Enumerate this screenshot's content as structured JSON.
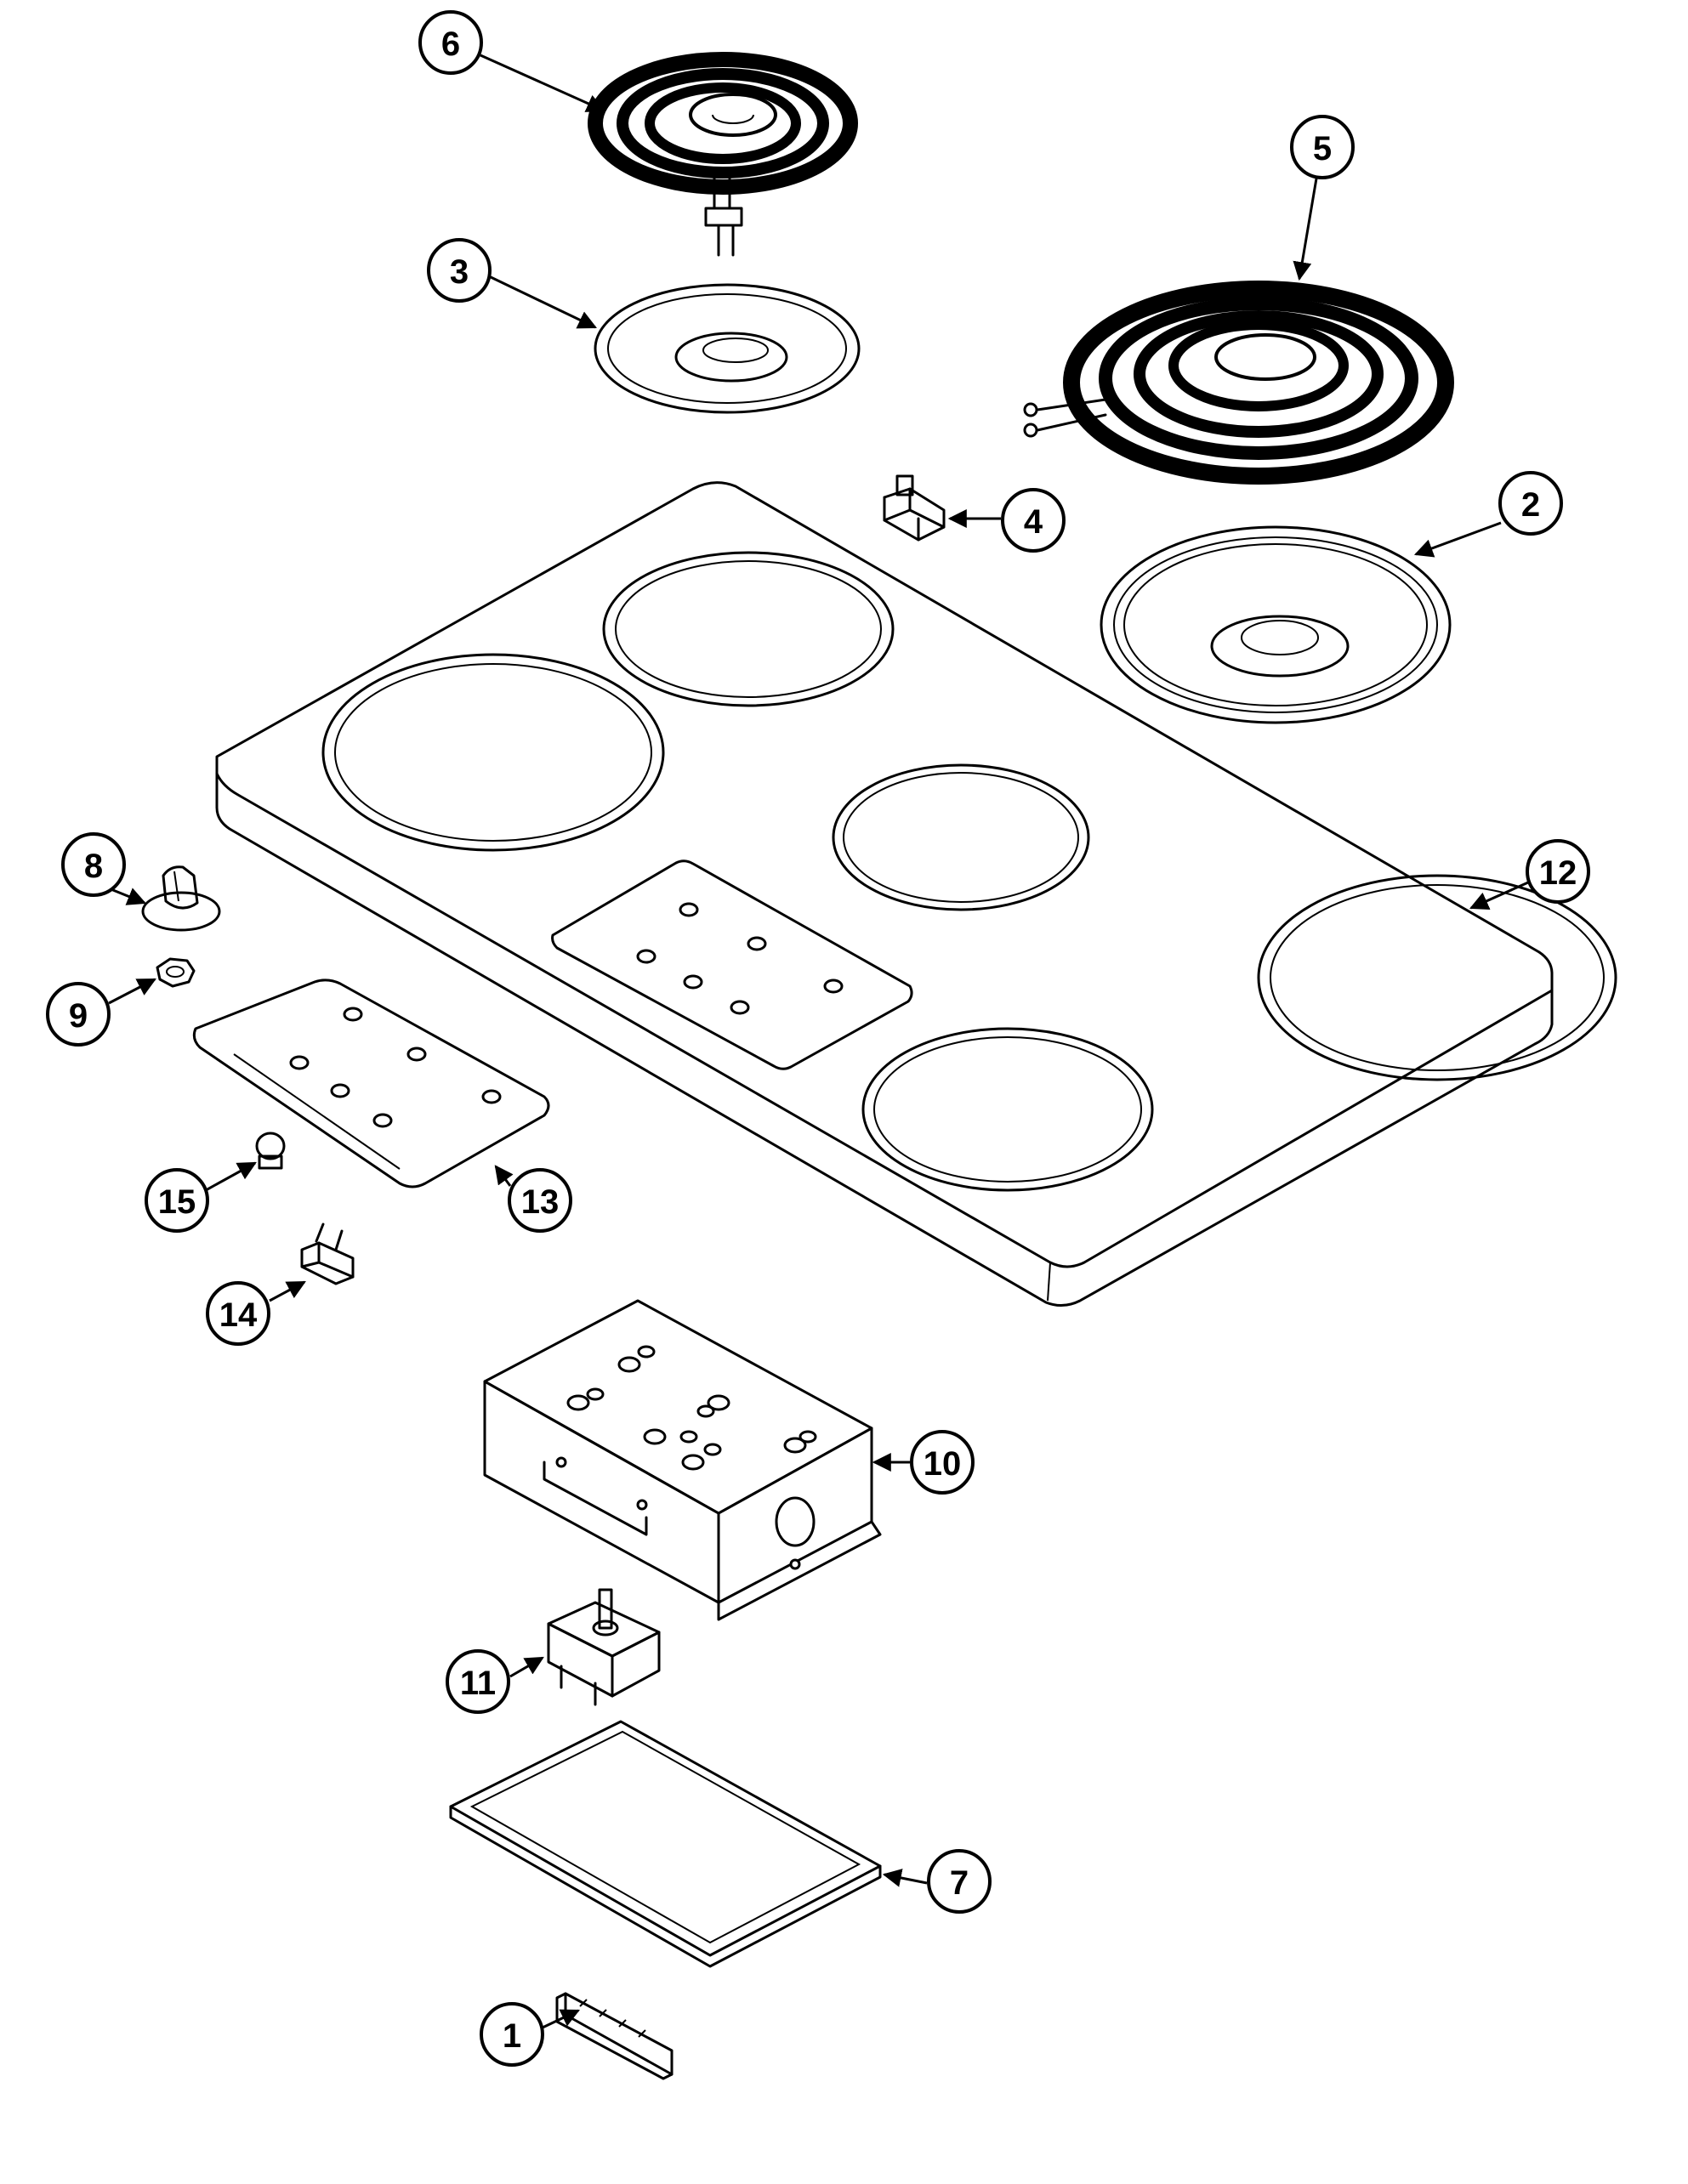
{
  "callouts": [
    {
      "id": "c1",
      "label": "1"
    },
    {
      "id": "c2",
      "label": "2"
    },
    {
      "id": "c3",
      "label": "3"
    },
    {
      "id": "c4",
      "label": "4"
    },
    {
      "id": "c5",
      "label": "5"
    },
    {
      "id": "c6",
      "label": "6"
    },
    {
      "id": "c7",
      "label": "7"
    },
    {
      "id": "c8",
      "label": "8"
    },
    {
      "id": "c9",
      "label": "9"
    },
    {
      "id": "c10",
      "label": "10"
    },
    {
      "id": "c11",
      "label": "11"
    },
    {
      "id": "c12",
      "label": "12"
    },
    {
      "id": "c13",
      "label": "13"
    },
    {
      "id": "c14",
      "label": "14"
    },
    {
      "id": "c15",
      "label": "15"
    }
  ]
}
